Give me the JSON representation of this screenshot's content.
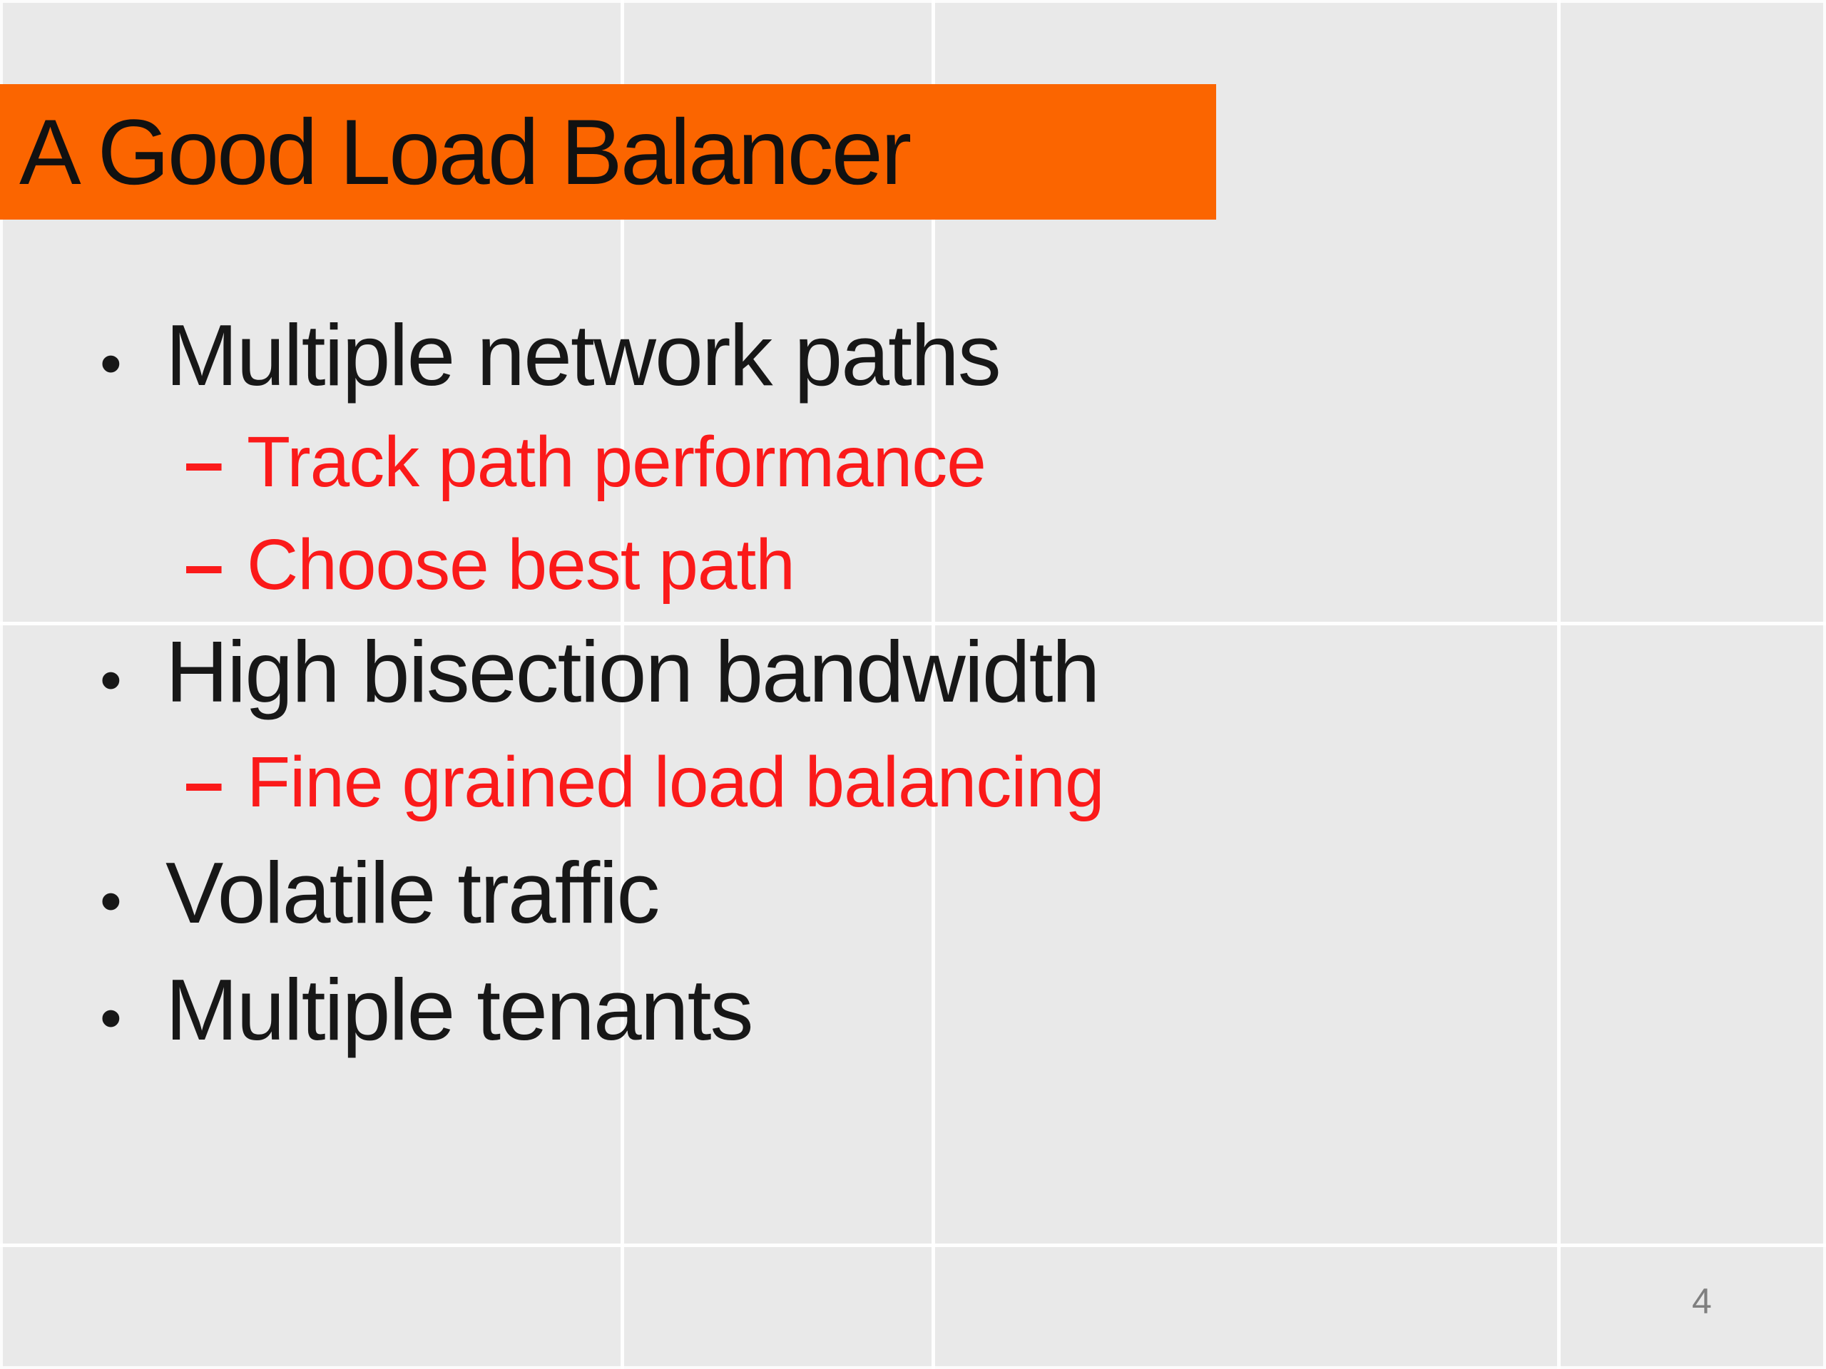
{
  "slide": {
    "title": "A Good Load Balancer",
    "markers": {
      "level1": "•",
      "level2": "–"
    },
    "bullets": [
      {
        "level": 1,
        "text": "Multiple network paths"
      },
      {
        "level": 2,
        "text": "Track path performance"
      },
      {
        "level": 2,
        "text": "Choose best path"
      },
      {
        "level": 1,
        "text": "High bisection bandwidth"
      },
      {
        "level": 2,
        "text": "Fine grained load balancing"
      },
      {
        "level": 1,
        "text": "Volatile traffic"
      },
      {
        "level": 1,
        "text": "Multiple tenants"
      }
    ],
    "page_number": "4",
    "colors": {
      "banner_orange": "#fb6500",
      "sub_bullet_red": "#fb1a1a",
      "body_text_dark": "#171717",
      "background_gray": "#e9e9e9",
      "gridline_white": "#fcfcfc",
      "page_number_gray": "#7f7f7f"
    }
  }
}
